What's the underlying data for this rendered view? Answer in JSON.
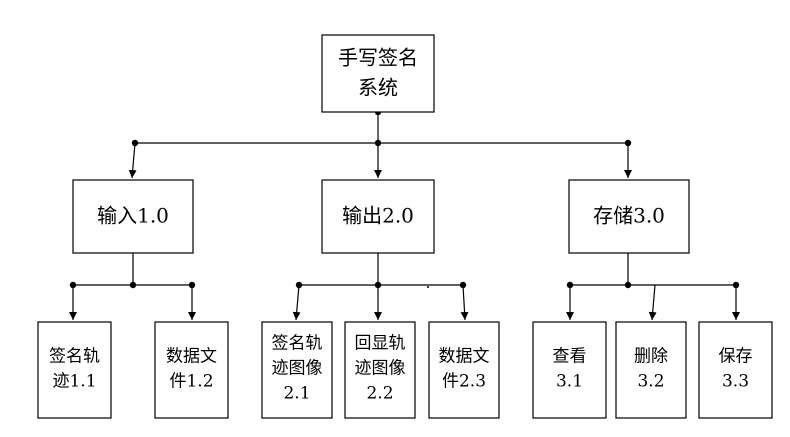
{
  "root": {
    "lines": [
      "手写签名",
      "系统"
    ]
  },
  "modules": [
    {
      "label": "输入1.0",
      "children": [
        {
          "lines": [
            "签名轨",
            "迹1.1"
          ]
        },
        {
          "lines": [
            "数据文",
            "件1.2"
          ]
        }
      ]
    },
    {
      "label": "输出2.0",
      "children": [
        {
          "lines": [
            "签名轨",
            "迹图像",
            "2.1"
          ]
        },
        {
          "lines": [
            "回显轨",
            "迹图像",
            "2.2"
          ]
        },
        {
          "lines": [
            "数据文",
            "件2.3"
          ]
        }
      ]
    },
    {
      "label": "存储3.0",
      "children": [
        {
          "lines": [
            "查看",
            "3.1"
          ]
        },
        {
          "lines": [
            "删除",
            "3.2"
          ]
        },
        {
          "lines": [
            "保存",
            "3.3"
          ]
        }
      ]
    }
  ]
}
